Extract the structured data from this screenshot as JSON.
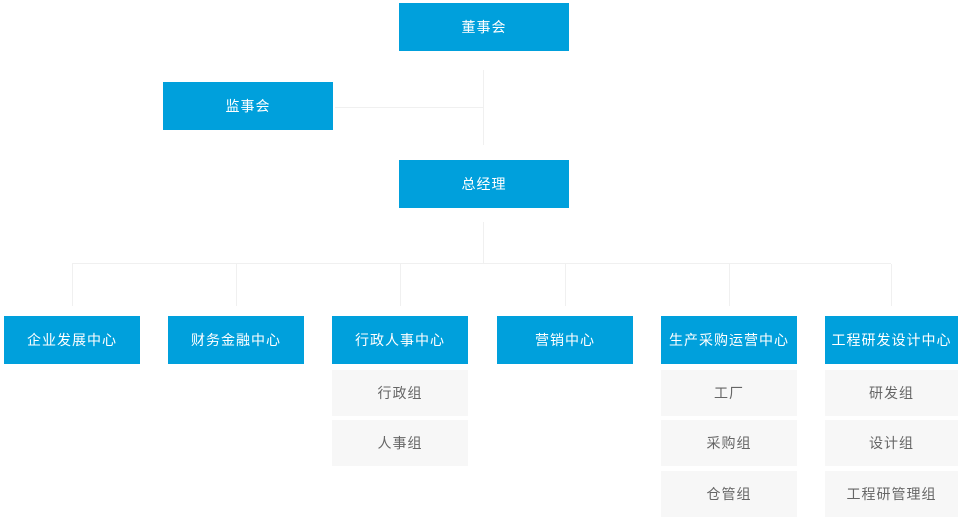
{
  "colors": {
    "node_fill": "#00a0dc",
    "node_text": "#ffffff",
    "subnode_fill": "#f7f7f7",
    "subnode_text": "#666666",
    "connector": "#f0f0f0",
    "page_background": "#ffffff"
  },
  "org_chart": {
    "board": {
      "label": "董事会"
    },
    "supervisory": {
      "label": "监事会"
    },
    "general_manager": {
      "label": "总经理"
    },
    "departments": [
      {
        "label": "企业发展中心",
        "children": []
      },
      {
        "label": "财务金融中心",
        "children": []
      },
      {
        "label": "行政人事中心",
        "children": [
          "行政组",
          "人事组"
        ]
      },
      {
        "label": "营销中心",
        "children": []
      },
      {
        "label": "生产采购运营中心",
        "children": [
          "工厂",
          "采购组",
          "仓管组"
        ]
      },
      {
        "label": "工程研发设计中心",
        "children": [
          "研发组",
          "设计组",
          "工程研管理组"
        ]
      }
    ]
  }
}
